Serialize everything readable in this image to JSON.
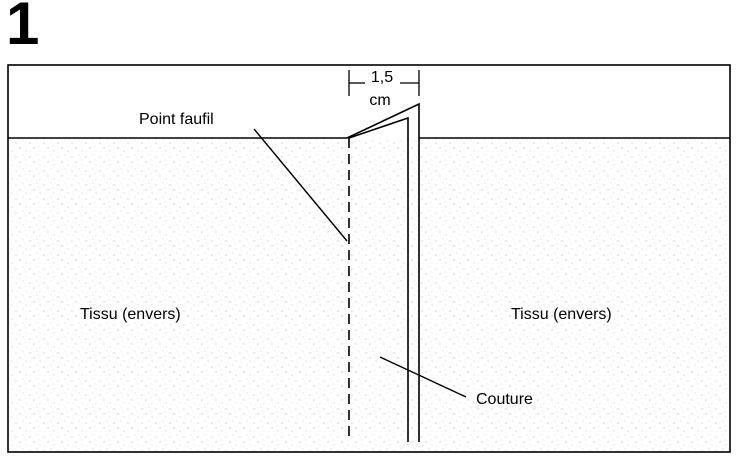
{
  "step_number": "1",
  "labels": {
    "basting_stitch": "Point faufil",
    "measure_value": "1,5",
    "measure_unit": "cm",
    "fabric_left": "Tissu (envers)",
    "fabric_right": "Tissu (envers)",
    "seam": "Couture"
  },
  "colors": {
    "line": "#000000",
    "fabric_speckle": "#b8b8b8",
    "background": "#ffffff"
  }
}
